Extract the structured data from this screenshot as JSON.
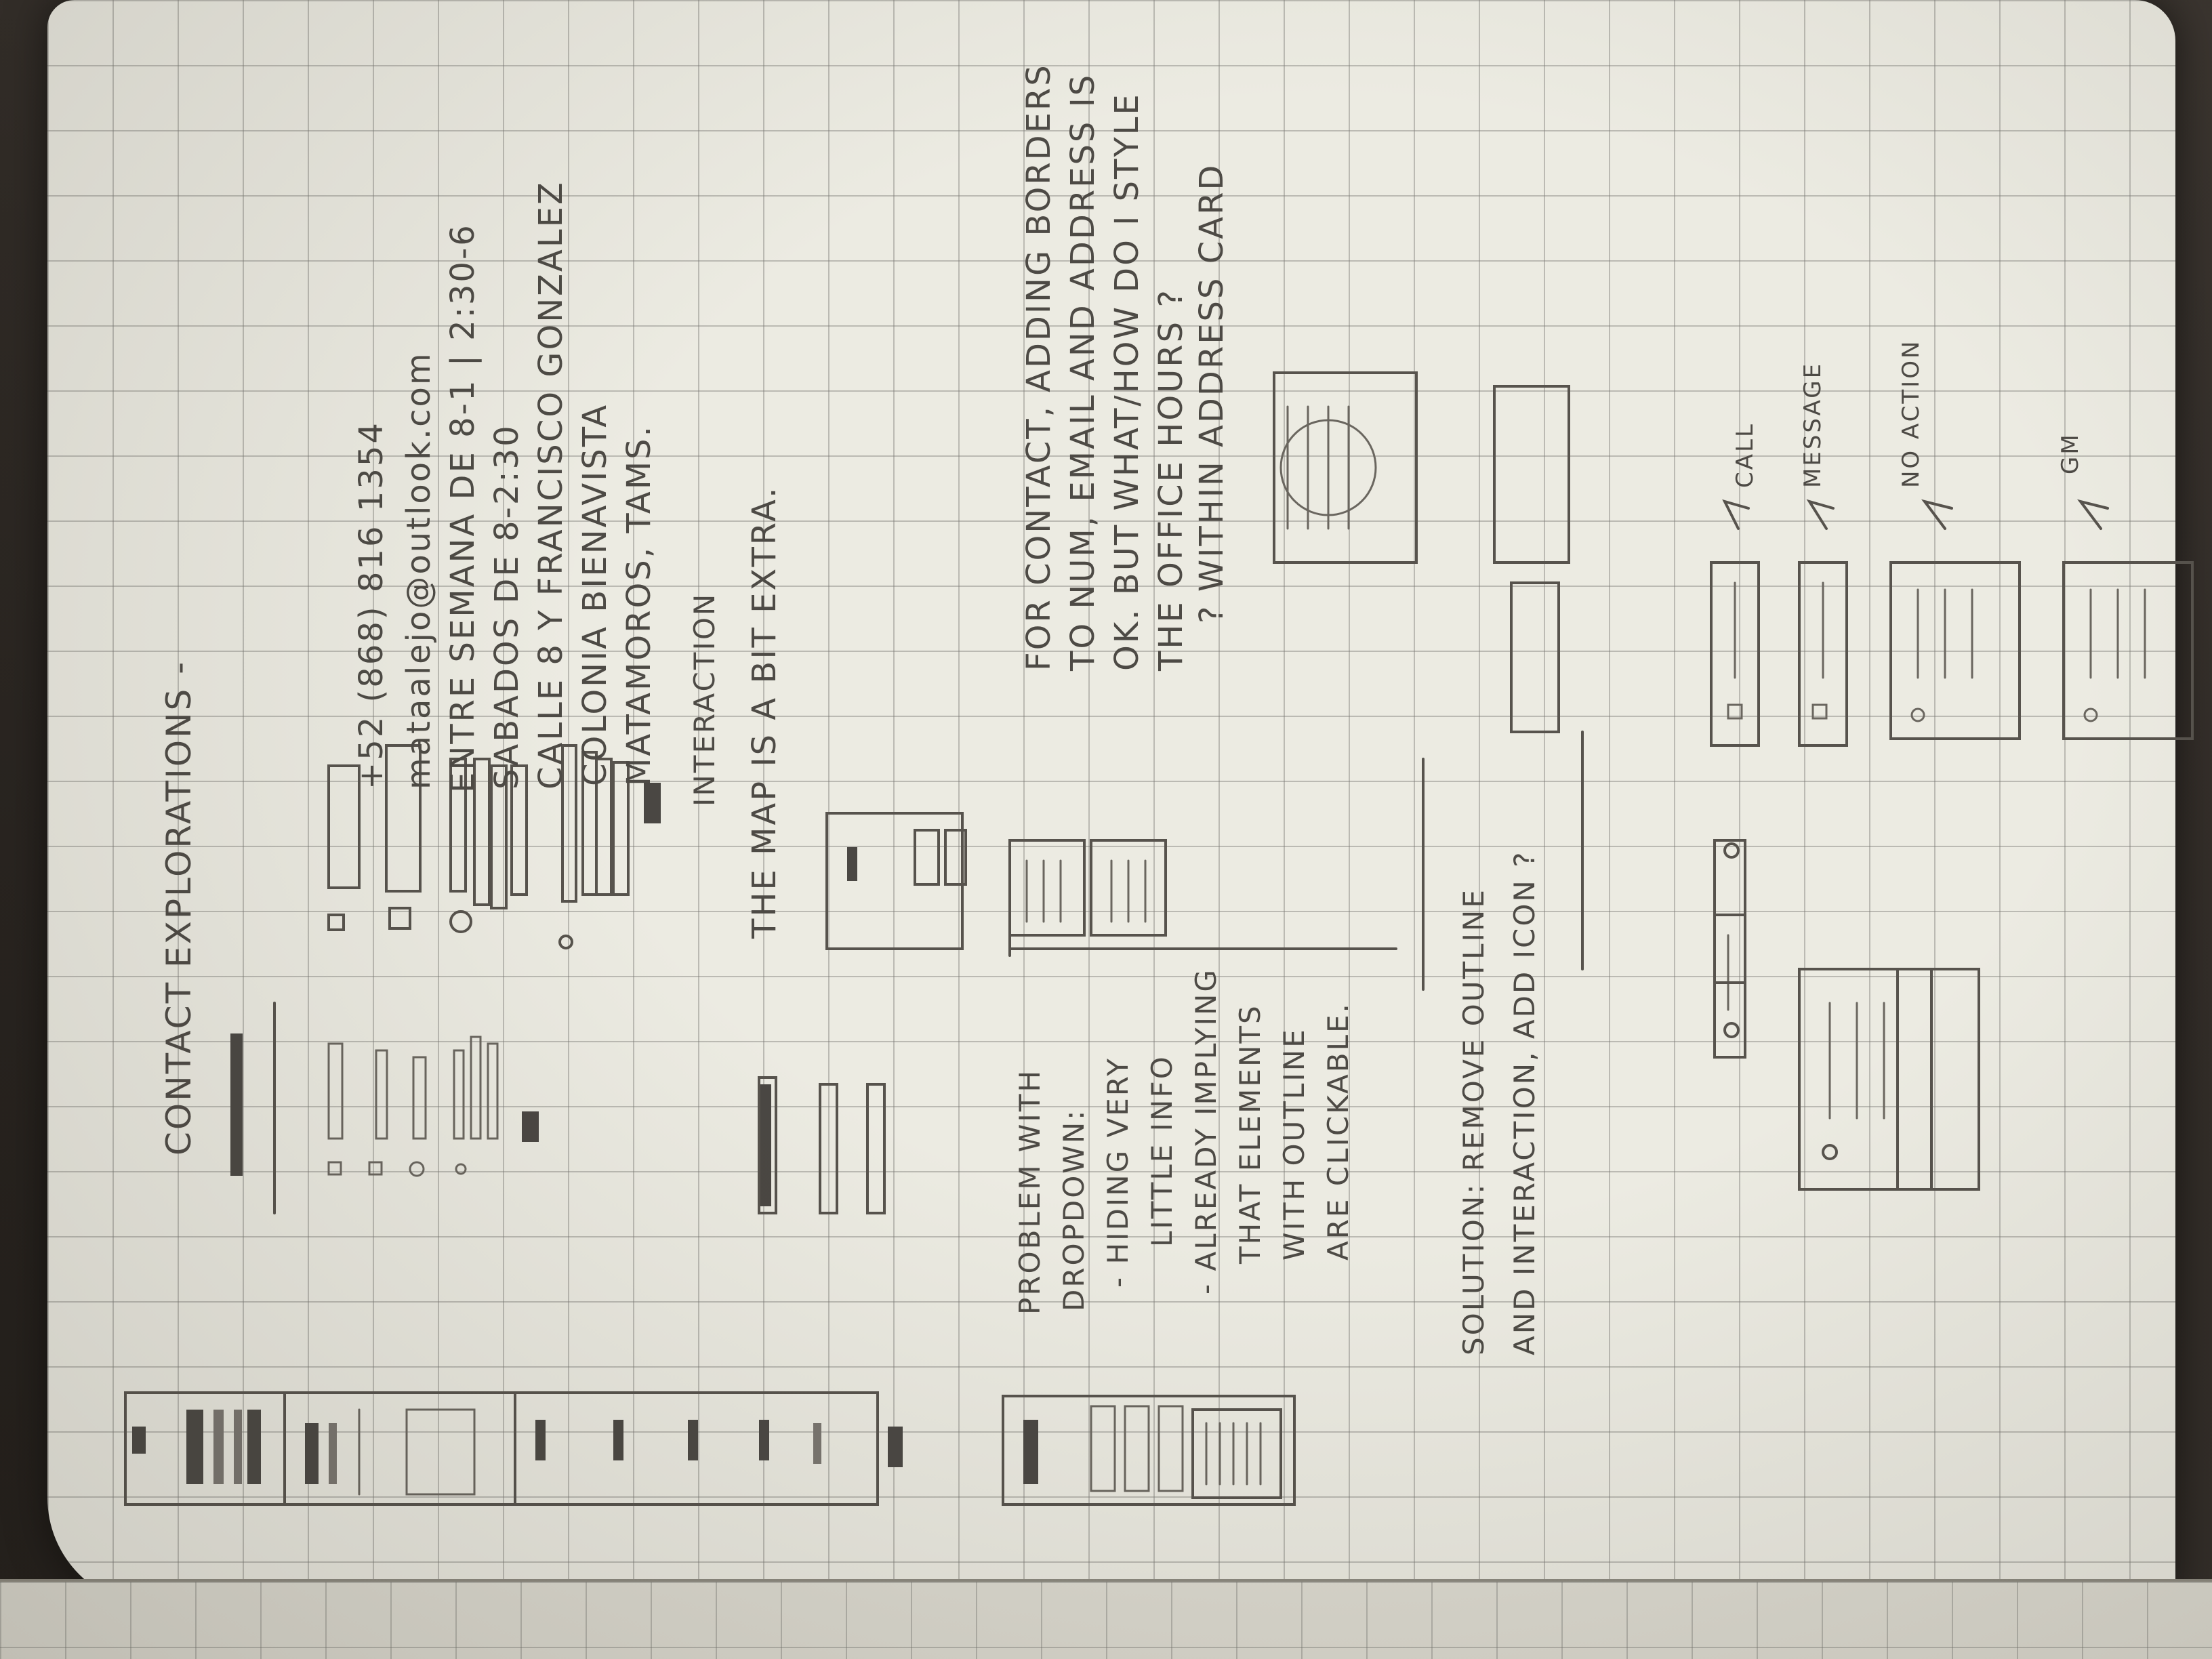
{
  "notes": {
    "title": "CONTACT EXPLORATIONS -",
    "contact_lines": [
      "+52 (868) 816 1354",
      "mataalejo@outlook.com",
      "ENTRE SEMANA DE 8-1 | 2:30-6",
      "SABADOS DE 8-2:30",
      "CALLE 8 Y FRANCISCO GONZALEZ",
      "COLONIA BIENAVISTA",
      "MATAMOROS, TAMS."
    ],
    "interaction_heading": "INTERACTION",
    "map_note": "THE MAP IS A BIT EXTRA.",
    "problem_lines": [
      "PROBLEM WITH",
      "DROPDOWN:",
      "- HIDING VERY",
      "LITTLE INFO",
      "- ALREADY IMPLYING",
      "THAT ELEMENTS",
      "WITH OUTLINE",
      "ARE CLICKABLE."
    ],
    "solution_lines": [
      "SOLUTION: REMOVE OUTLINE",
      "AND INTERACTION, ADD ICON ?"
    ],
    "contact_card_lines": [
      "FOR CONTACT, ADDING BORDERS",
      "TO NUM, EMAIL AND ADDRESS IS",
      "OK. BUT WHAT/HOW DO I STYLE",
      "THE OFFICE HOURS ?",
      "? WITHIN ADDRESS CARD"
    ],
    "action_labels": [
      "CALL",
      "MESSAGE",
      "NO ACTION",
      "GM"
    ]
  },
  "colors": {
    "paper": "#ecebe2",
    "grid": "#8a8780",
    "pencil": "#4d4a45",
    "desk": "#2b2622"
  },
  "icons": [
    "phone-icon",
    "mail-icon",
    "clock-icon",
    "map-pin-icon"
  ]
}
